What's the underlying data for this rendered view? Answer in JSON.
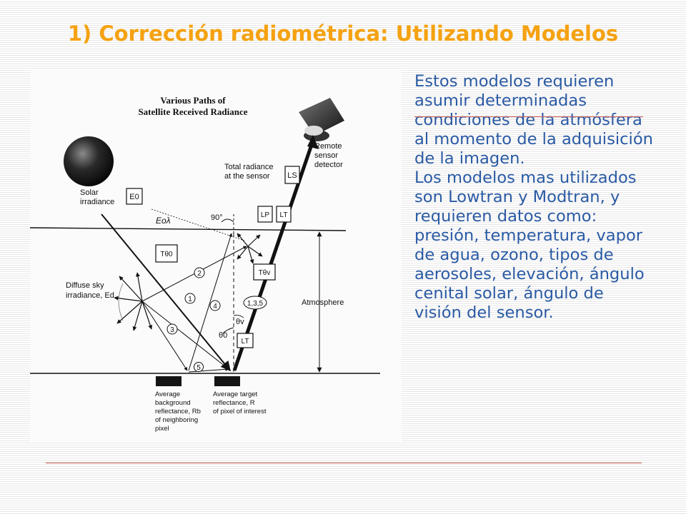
{
  "slide": {
    "title": "1) Corrección radiométrica: Utilizando Modelos",
    "paragraph_1": "Estos modelos requieren asumir determinadas condiciones de la atmósfera al momento de la adquisición de la imagen.",
    "paragraph_2": "Los modelos mas utilizados son Lowtran y Modtran, y requieren datos como: presión, temperatura, vapor de agua, ozono, tipos de aerosoles, elevación, ángulo cenital solar, ángulo de visión del sensor."
  },
  "diagram": {
    "title_line_1": "Various Paths of",
    "title_line_2": "Satellite Received Radiance",
    "solar_line_1": "Solar",
    "solar_line_2": "irradiance",
    "e0_box": "E0",
    "handwritten_note": "Eoλ",
    "total_line_1": "Total radiance",
    "total_line_2": "at the sensor",
    "remote_line_1": "Remote",
    "remote_line_2": "sensor",
    "remote_line_3": "detector",
    "ls_box": "LS",
    "lp_box": "LP",
    "lt_box_top": "LT",
    "angle_90": "90°",
    "t_theta0_box": "Tθ0",
    "t_thetav_box": "Tθv",
    "diffuse_line_1": "Diffuse sky",
    "diffuse_line_2": "irradiance, Ed",
    "path_1": "1",
    "path_2": "2",
    "path_3": "3",
    "path_4": "4",
    "path_5": "5",
    "paths_135": "1,3,5",
    "theta_v": "θv",
    "theta_0": "θ0",
    "lt_box_bottom": "LT",
    "atmosphere": "Atmosphere",
    "bg_line_1": "Average",
    "bg_line_2": "background",
    "bg_line_3": "reflectance, Rb",
    "bg_line_4": "of neighboring",
    "bg_line_5": "pixel",
    "tgt_line_1": "Average target",
    "tgt_line_2": "reflectance, R",
    "tgt_line_3": "of pixel of interest"
  },
  "colors": {
    "title": "#f5a211",
    "body_text": "#2a5aa4",
    "rule": "#c7584f"
  }
}
